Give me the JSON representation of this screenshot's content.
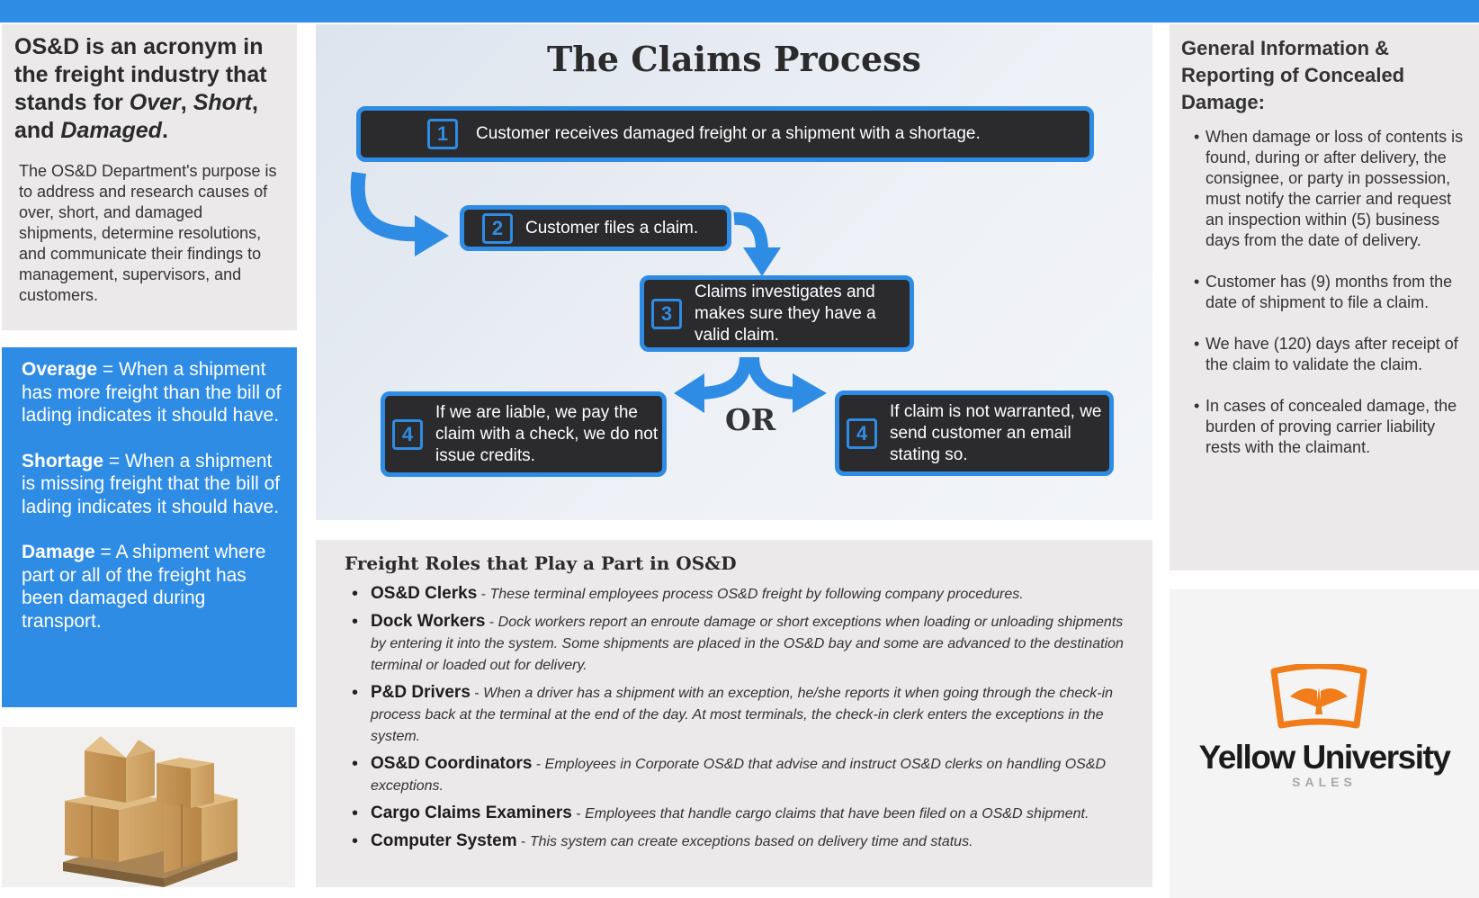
{
  "intro": {
    "title_line1": "OS&D is an acronym in the freight industry that stands for ",
    "over": "Over",
    "comma1": ", ",
    "short": "Short",
    "comma2": ", and ",
    "damaged": "Damaged",
    "period": ".",
    "body": "The OS&D Department's purpose is to address and research causes of over, short, and damaged shipments, determine resolutions, and communicate their findings to management, supervisors, and customers."
  },
  "definitions": [
    {
      "term": "Overage",
      "text": " = When a shipment has more freight than the bill of lading indicates it should have."
    },
    {
      "term": "Shortage",
      "text": " = When a shipment is missing freight that the bill of lading indicates it should have."
    },
    {
      "term": "Damage",
      "text": " = A shipment where part or all of the freight has been damaged during transport."
    }
  ],
  "process": {
    "title": "The Claims Process",
    "steps": [
      {
        "num": "1",
        "text": "Customer receives damaged freight or a shipment with a shortage."
      },
      {
        "num": "2",
        "text": "Customer files a claim."
      },
      {
        "num": "3",
        "text": "Claims investigates and makes sure they have a valid claim."
      },
      {
        "num": "4",
        "text": "If we are liable, we pay the claim with a check, we do not issue credits."
      },
      {
        "num": "4",
        "text": "If claim is not warranted, we send customer an email stating so."
      }
    ],
    "or_label": "OR"
  },
  "roles": {
    "title": "Freight Roles that Play a Part in OS&D",
    "items": [
      {
        "name": "OS&D Clerks",
        "sep": " - ",
        "desc": "These terminal employees process OS&D freight by following company procedures."
      },
      {
        "name": "Dock Workers",
        "sep": " - ",
        "desc": "Dock workers report an enroute damage or short exceptions when loading or unloading shipments by entering it into the system.  Some shipments are placed in the OS&D bay and some are advanced to the destination terminal or loaded out for delivery."
      },
      {
        "name": "P&D Drivers",
        "sep": " - ",
        "desc": "When a driver has a shipment with an exception, he/she reports it when going through the check-in process back at the terminal at the end of the day.  At most terminals, the check-in clerk enters the exceptions in the system."
      },
      {
        "name": "OS&D Coordinators",
        "sep": " - ",
        "desc": "Employees in Corporate OS&D that advise and instruct OS&D clerks on handling OS&D exceptions."
      },
      {
        "name": "Cargo Claims Examiners",
        "sep": " - ",
        "desc": "Employees that handle cargo claims that have been filed on a OS&D shipment."
      },
      {
        "name": "Computer System",
        "sep": " - ",
        "desc": "This system can create exceptions based on delivery time and status."
      }
    ]
  },
  "info": {
    "title": "General Information & Reporting of Concealed Damage:",
    "items": [
      "When damage or loss of contents is found, during or after delivery, the consignee, or party in possession, must notify the carrier and request an inspection within (5) business days from the date of delivery.",
      "Customer has (9) months from the date of shipment to file a claim.",
      "We have (120) days after receipt of the claim to validate the claim.",
      "In cases of concealed damage, the burden of proving carrier liability rests with the claimant."
    ]
  },
  "logo": {
    "name": "Yellow University",
    "sub": "SALES"
  },
  "colors": {
    "accent": "#2f8ce5",
    "dark_box": "#2b2a2c",
    "panel": "#ebe9e9",
    "logo_orange": "#f07d1a"
  }
}
